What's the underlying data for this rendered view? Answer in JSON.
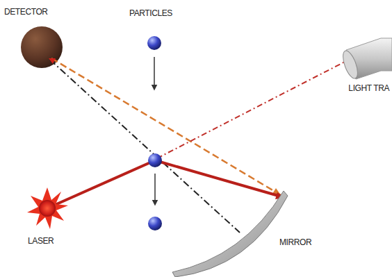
{
  "diagram": {
    "labels": [
      "DETECTOR",
      "PARTICLES",
      "LIGHT TRA",
      "LASER",
      "MIRROR"
    ]
  }
}
